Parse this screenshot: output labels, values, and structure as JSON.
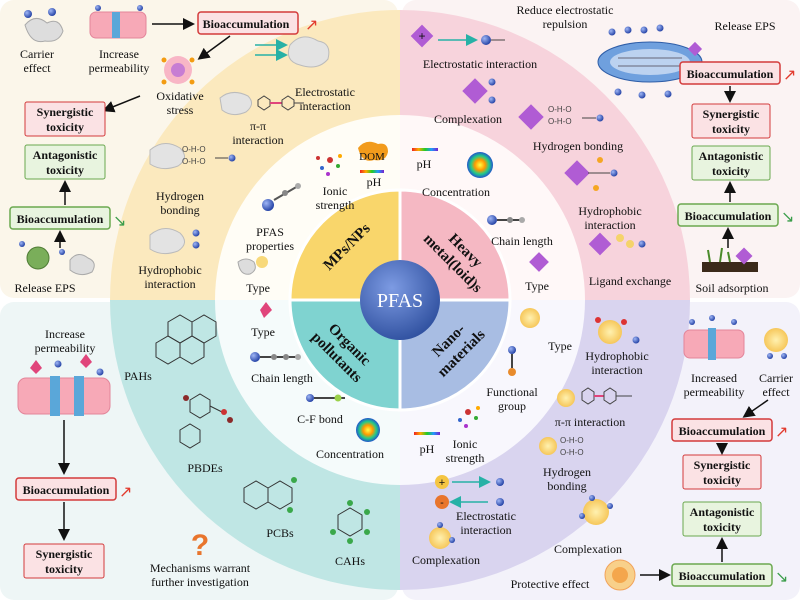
{
  "center": {
    "label": "PFAS"
  },
  "sectors": {
    "mps": "MPs/NPs",
    "heavy_1": "Heavy",
    "heavy_2": "metal(loid)s",
    "organic_1": "Organic",
    "organic_2": "pollutants",
    "nano_1": "Nano-",
    "nano_2": "materials"
  },
  "top_left": {
    "carrier_1": "Carrier",
    "carrier_2": "effect",
    "perm_1": "Increase",
    "perm_2": "permeability",
    "bioacc_top": "Bioaccumulation",
    "oxid_1": "Oxidative",
    "oxid_2": "stress",
    "synergistic_1": "Synergistic",
    "synergistic_2": "toxicity",
    "antagonistic_1": "Antagonistic",
    "antagonistic_2": "toxicity",
    "bioacc_bottom": "Bioaccumulation",
    "release_eps": "Release EPS",
    "electro_1": "Electrostatic",
    "electro_2": "interaction",
    "pipi_1": "π-π",
    "pipi_2": "interaction",
    "hbond_1": "Hydrogen",
    "hbond_2": "bonding",
    "hydro_1": "Hydrophobic",
    "hydro_2": "interaction",
    "ionic_1": "Ionic",
    "ionic_2": "strength",
    "dom": "DOM",
    "ph": "pH",
    "pfas_prop_1": "PFAS",
    "pfas_prop_2": "properties",
    "type": "Type"
  },
  "top_right": {
    "reduce_1": "Reduce electrostatic",
    "reduce_2": "repulsion",
    "release_eps": "Release EPS",
    "electro": "Electrostatic interaction",
    "complex": "Complexation",
    "hbond": "Hydrogen bonding",
    "bioacc_top": "Bioaccumulation",
    "synergistic_1": "Synergistic",
    "synergistic_2": "toxicity",
    "antagonistic_1": "Antagonistic",
    "antagonistic_2": "toxicity",
    "bioacc_bottom": "Bioaccumulation",
    "ph": "pH",
    "concentration": "Concentration",
    "hydro_1": "Hydrophobic",
    "hydro_2": "interaction",
    "chain": "Chain length",
    "ligand": "Ligand exchange",
    "type": "Type",
    "soil": "Soil adsorption"
  },
  "bottom_left": {
    "perm_1": "Increase",
    "perm_2": "permeability",
    "bioacc": "Bioaccumulation",
    "synergistic_1": "Synergistic",
    "synergistic_2": "toxicity",
    "pahs": "PAHs",
    "pbdes": "PBDEs",
    "pcbs": "PCBs",
    "cahs": "CAHs",
    "type": "Type",
    "chain": "Chain length",
    "cf": "C-F bond",
    "concentration": "Concentration",
    "mech_1": "Mechanisms warrant",
    "mech_2": "further investigation",
    "question": "?"
  },
  "bottom_right": {
    "type": "Type",
    "func_1": "Functional",
    "func_2": "group",
    "hydro_1": "Hydrophobic",
    "hydro_2": "interaction",
    "pipi": "π-π interaction",
    "incperm_1": "Increased",
    "incperm_2": "permeability",
    "carrier_1": "Carrier",
    "carrier_2": "effect",
    "bioacc_top": "Bioaccumulation",
    "synergistic_1": "Synergistic",
    "synergistic_2": "toxicity",
    "antagonistic_1": "Antagonistic",
    "antagonistic_2": "toxicity",
    "ionic_1": "Ionic",
    "ionic_2": "strength",
    "ph": "pH",
    "hbond_1": "Hydrogen",
    "hbond_2": "bonding",
    "electro_1": "Electrostatic",
    "electro_2": "interaction",
    "complex_left": "Complexation",
    "complex_right": "Complexation",
    "protective": "Protective effect",
    "bioacc_bottom": "Bioaccumulation",
    "plus": "+",
    "minus": "-"
  },
  "colors": {
    "tl_bg": "#fbf6ea",
    "tr_bg": "#fbf3f3",
    "bl_bg": "#eef6f6",
    "br_bg": "#f3f2fa",
    "tl_ring": "#fbe9be",
    "tr_ring": "#f7d3dc",
    "bl_ring": "#bfe6e4",
    "br_ring": "#d9d4ef",
    "sector_yellow": "#f9d66b",
    "sector_pink": "#f5b8c3",
    "sector_teal": "#7fd3d0",
    "sector_blue": "#a8bde3",
    "center": "#3f63b8",
    "red_box_fill": "#fbe2e4",
    "red_box_stroke": "#d33b3b",
    "green_box_fill": "#e8f4df",
    "green_box_stroke": "#6aa84f",
    "up_arrow": "#e23b2e",
    "down_arrow": "#3a9d4a"
  }
}
